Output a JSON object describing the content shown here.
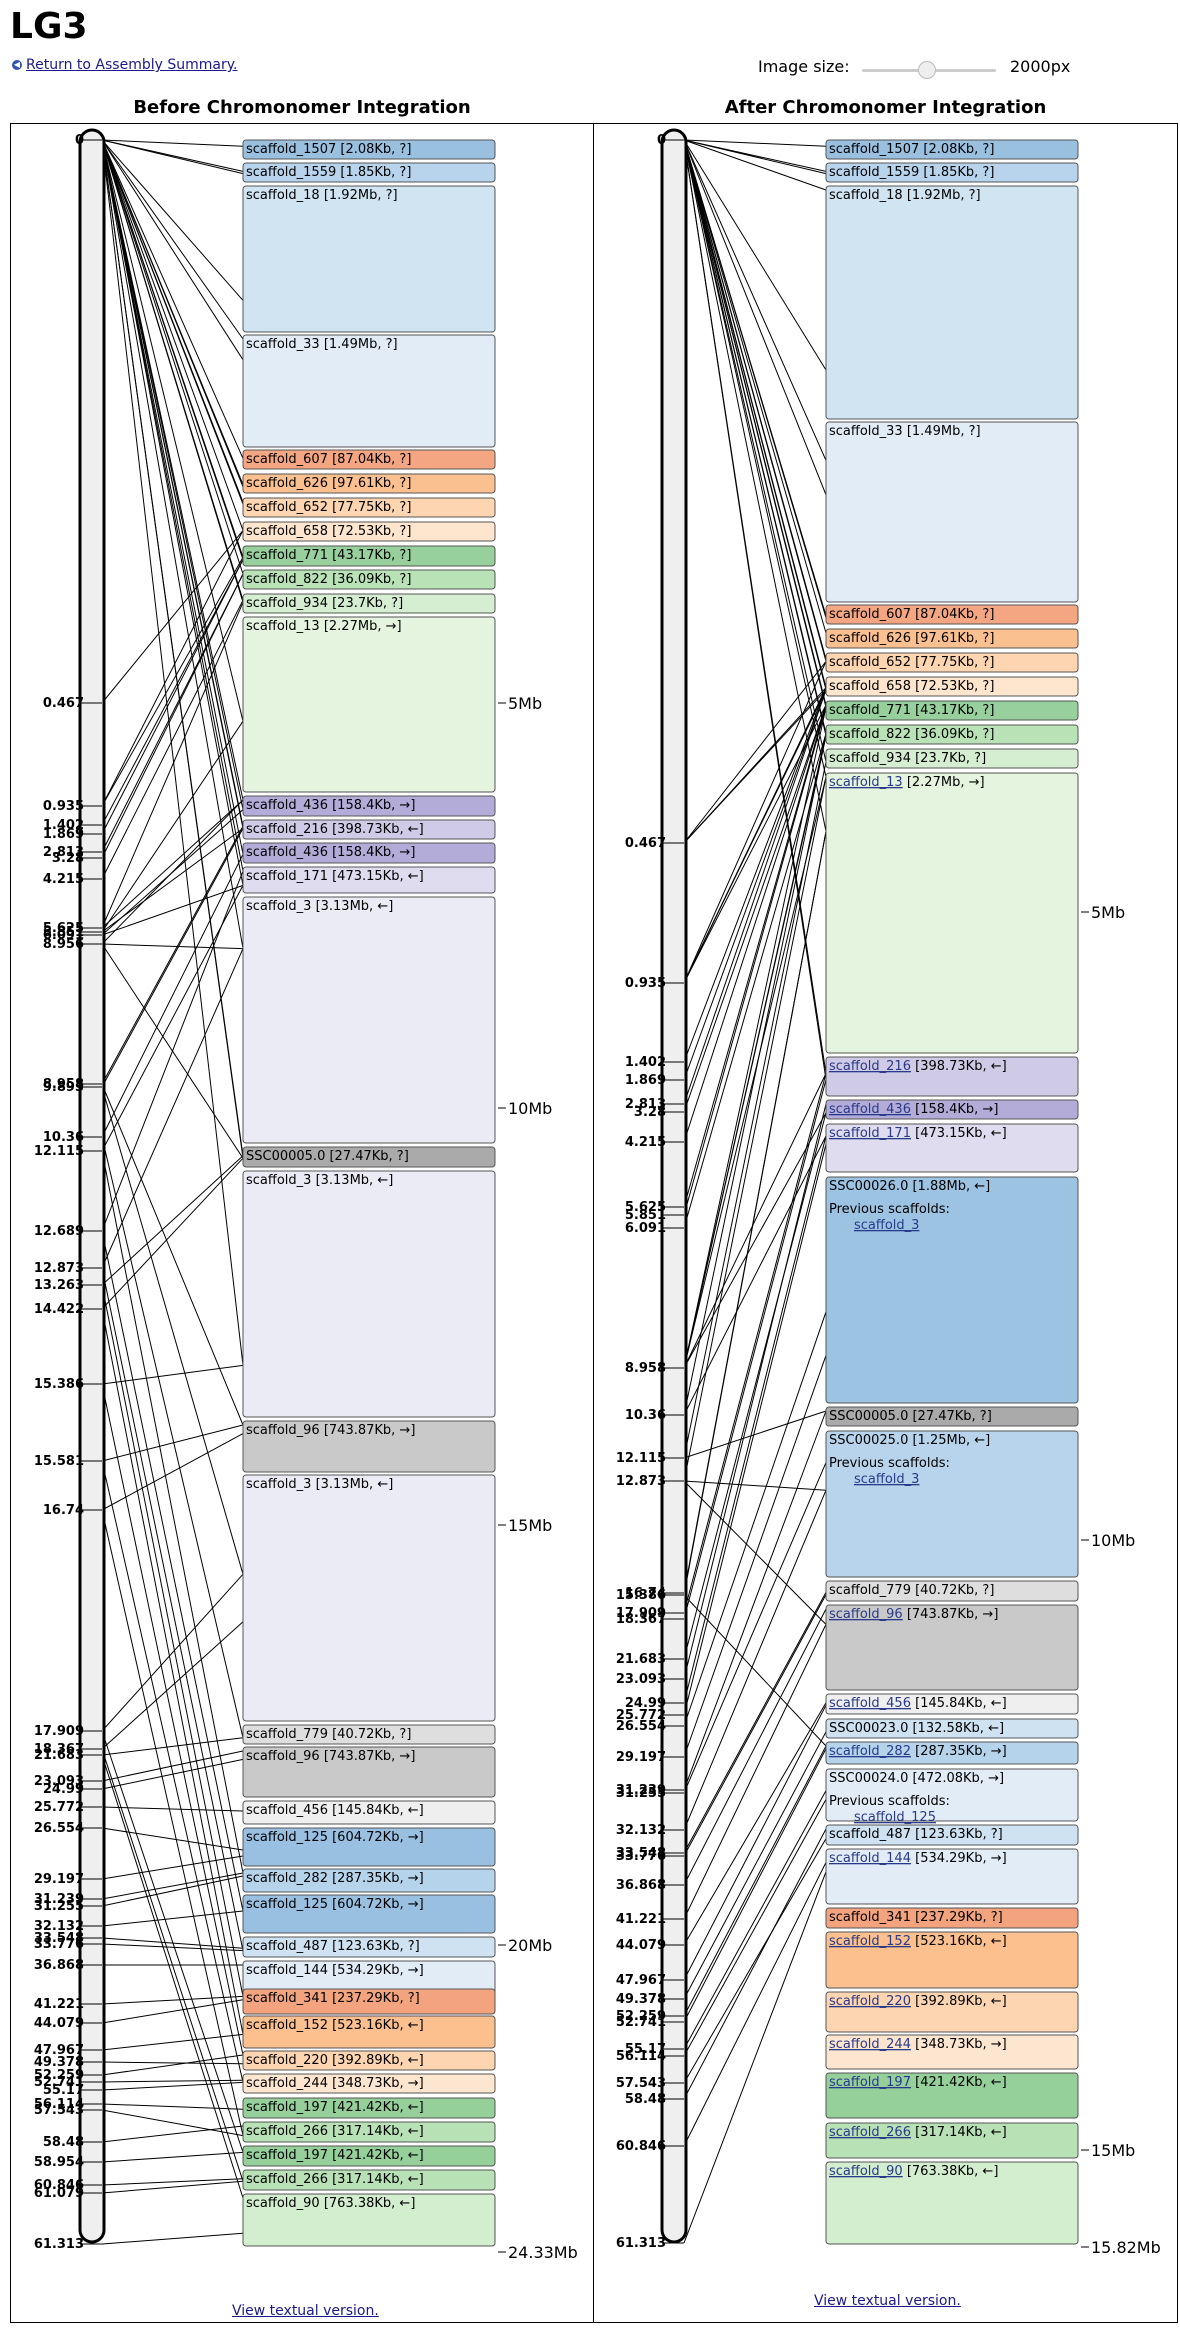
{
  "page": {
    "title": "LG3",
    "back_link": "Return to Assembly Summary.",
    "image_size_label": "Image size:",
    "image_size_value": "2000px",
    "image_size_fraction": 0.5
  },
  "panels": [
    {
      "heading": "Before Chromonomer Integration",
      "footer_link": "View textual version.",
      "markers": [
        "0",
        "0.467",
        "0.935",
        "1.402",
        "1.869",
        "2.813",
        "3.28",
        "4.215",
        "5.625",
        "5.851",
        "6.091",
        "8.956",
        "8.958",
        "9.893",
        "10.36",
        "12.115",
        "12.689",
        "12.873",
        "13.263",
        "14.422",
        "15.386",
        "15.581",
        "16.74",
        "17.909",
        "18.367",
        "21.683",
        "23.093",
        "24.99",
        "25.772",
        "26.554",
        "29.197",
        "31.239",
        "31.255",
        "32.132",
        "33.548",
        "33.776",
        "36.868",
        "41.221",
        "44.079",
        "47.967",
        "49.378",
        "52.259",
        "52.741",
        "55.17",
        "56.114",
        "57.543",
        "58.48",
        "58.954",
        "60.846",
        "61.079",
        "61.313"
      ],
      "scaffolds": [
        {
          "name": "scaffold_1507",
          "size": "2.08Kb",
          "orient": "?",
          "color": "#9ac0e0",
          "link": false
        },
        {
          "name": "scaffold_1559",
          "size": "1.85Kb",
          "orient": "?",
          "color": "#b7d4ec",
          "link": false
        },
        {
          "name": "scaffold_18",
          "size": "1.92Mb",
          "orient": "?",
          "color": "#d0e4f2",
          "link": false
        },
        {
          "name": "scaffold_33",
          "size": "1.49Mb",
          "orient": "?",
          "color": "#e1ecf7",
          "link": false
        },
        {
          "name": "scaffold_607",
          "size": "87.04Kb",
          "orient": "?",
          "color": "#f4a581",
          "link": false
        },
        {
          "name": "scaffold_626",
          "size": "97.61Kb",
          "orient": "?",
          "color": "#fbc08f",
          "link": false
        },
        {
          "name": "scaffold_652",
          "size": "77.75Kb",
          "orient": "?",
          "color": "#fdd5b0",
          "link": false
        },
        {
          "name": "scaffold_658",
          "size": "72.53Kb",
          "orient": "?",
          "color": "#fde6cd",
          "link": false
        },
        {
          "name": "scaffold_771",
          "size": "43.17Kb",
          "orient": "?",
          "color": "#97d09c",
          "link": false
        },
        {
          "name": "scaffold_822",
          "size": "36.09Kb",
          "orient": "?",
          "color": "#b9e2b7",
          "link": false
        },
        {
          "name": "scaffold_934",
          "size": "23.7Kb",
          "orient": "?",
          "color": "#d5eed2",
          "link": false
        },
        {
          "name": "scaffold_13",
          "size": "2.27Mb",
          "orient": "→",
          "color": "#e4f4df",
          "link": false
        },
        {
          "name": "scaffold_436",
          "size": "158.4Kb",
          "orient": "→",
          "color": "#b3acd8",
          "link": false
        },
        {
          "name": "scaffold_216",
          "size": "398.73Kb",
          "orient": "←",
          "color": "#cfcbe6",
          "link": false
        },
        {
          "name": "scaffold_436",
          "size": "158.4Kb",
          "orient": "→",
          "color": "#b3acd8",
          "link": false
        },
        {
          "name": "scaffold_171",
          "size": "473.15Kb",
          "orient": "←",
          "color": "#dedcee",
          "link": false
        },
        {
          "name": "scaffold_3",
          "size": "3.13Mb",
          "orient": "←",
          "color": "#ebebf5",
          "link": false
        },
        {
          "name": "SSC00005.0",
          "size": "27.47Kb",
          "orient": "?",
          "color": "#aaaaaa",
          "link": false
        },
        {
          "name": "scaffold_3",
          "size": "3.13Mb",
          "orient": "←",
          "color": "#ebebf5",
          "link": false
        },
        {
          "name": "scaffold_96",
          "size": "743.87Kb",
          "orient": "→",
          "color": "#c9c9c9",
          "link": false
        },
        {
          "name": "scaffold_3",
          "size": "3.13Mb",
          "orient": "←",
          "color": "#ebebf5",
          "link": false
        },
        {
          "name": "scaffold_779",
          "size": "40.72Kb",
          "orient": "?",
          "color": "#dedede",
          "link": false
        },
        {
          "name": "scaffold_96",
          "size": "743.87Kb",
          "orient": "→",
          "color": "#c9c9c9",
          "link": false
        },
        {
          "name": "scaffold_456",
          "size": "145.84Kb",
          "orient": "←",
          "color": "#efefef",
          "link": false
        },
        {
          "name": "scaffold_125",
          "size": "604.72Kb",
          "orient": "→",
          "color": "#99bfe1",
          "link": false
        },
        {
          "name": "scaffold_282",
          "size": "287.35Kb",
          "orient": "→",
          "color": "#b5d4ec",
          "link": false
        },
        {
          "name": "scaffold_125",
          "size": "604.72Kb",
          "orient": "→",
          "color": "#99bfe1",
          "link": false
        },
        {
          "name": "scaffold_487",
          "size": "123.63Kb",
          "orient": "?",
          "color": "#cfe2f2",
          "link": false
        },
        {
          "name": "scaffold_144",
          "size": "534.29Kb",
          "orient": "→",
          "color": "#e2ecf7",
          "link": false
        },
        {
          "name": "scaffold_341",
          "size": "237.29Kb",
          "orient": "?",
          "color": "#f3a47e",
          "link": false
        },
        {
          "name": "scaffold_152",
          "size": "523.16Kb",
          "orient": "←",
          "color": "#fbc08e",
          "link": false
        },
        {
          "name": "scaffold_220",
          "size": "392.89Kb",
          "orient": "←",
          "color": "#fdd5b1",
          "link": false
        },
        {
          "name": "scaffold_244",
          "size": "348.73Kb",
          "orient": "→",
          "color": "#fde6cf",
          "link": false
        },
        {
          "name": "scaffold_197",
          "size": "421.42Kb",
          "orient": "←",
          "color": "#95cf9a",
          "link": false
        },
        {
          "name": "scaffold_266",
          "size": "317.14Kb",
          "orient": "←",
          "color": "#b8e1b5",
          "link": false
        },
        {
          "name": "scaffold_197",
          "size": "421.42Kb",
          "orient": "←",
          "color": "#95cf9a",
          "link": false
        },
        {
          "name": "scaffold_266",
          "size": "317.14Kb",
          "orient": "←",
          "color": "#b8e1b5",
          "link": false
        },
        {
          "name": "scaffold_90",
          "size": "763.38Kb",
          "orient": "←",
          "color": "#d3edcf",
          "link": false
        }
      ],
      "ruler": [
        "5Mb",
        "10Mb",
        "15Mb",
        "20Mb",
        "24.33Mb"
      ]
    },
    {
      "heading": "After Chromonomer Integration",
      "footer_link": "View textual version.",
      "markers": [
        "0",
        "0.467",
        "0.935",
        "1.402",
        "1.869",
        "2.813",
        "3.28",
        "4.215",
        "5.625",
        "5.851",
        "6.091",
        "8.958",
        "10.36",
        "12.115",
        "12.873",
        "15.386",
        "16.74",
        "17.909",
        "18.367",
        "21.683",
        "23.093",
        "24.99",
        "25.772",
        "26.554",
        "29.197",
        "31.239",
        "31.255",
        "32.132",
        "33.548",
        "33.776",
        "36.868",
        "41.221",
        "44.079",
        "47.967",
        "49.378",
        "52.259",
        "52.741",
        "55.17",
        "56.114",
        "57.543",
        "58.48",
        "60.846",
        "61.313"
      ],
      "scaffolds": [
        {
          "name": "scaffold_1507",
          "size": "2.08Kb",
          "orient": "?",
          "color": "#9ac0e0",
          "link": false
        },
        {
          "name": "scaffold_1559",
          "size": "1.85Kb",
          "orient": "?",
          "color": "#b7d4ec",
          "link": false
        },
        {
          "name": "scaffold_18",
          "size": "1.92Mb",
          "orient": "?",
          "color": "#d0e4f2",
          "link": false
        },
        {
          "name": "scaffold_33",
          "size": "1.49Mb",
          "orient": "?",
          "color": "#e1ecf7",
          "link": false
        },
        {
          "name": "scaffold_607",
          "size": "87.04Kb",
          "orient": "?",
          "color": "#f4a581",
          "link": false
        },
        {
          "name": "scaffold_626",
          "size": "97.61Kb",
          "orient": "?",
          "color": "#fbc08f",
          "link": false
        },
        {
          "name": "scaffold_652",
          "size": "77.75Kb",
          "orient": "?",
          "color": "#fdd5b0",
          "link": false
        },
        {
          "name": "scaffold_658",
          "size": "72.53Kb",
          "orient": "?",
          "color": "#fde6cd",
          "link": false
        },
        {
          "name": "scaffold_771",
          "size": "43.17Kb",
          "orient": "?",
          "color": "#97d09c",
          "link": false
        },
        {
          "name": "scaffold_822",
          "size": "36.09Kb",
          "orient": "?",
          "color": "#b9e2b7",
          "link": false
        },
        {
          "name": "scaffold_934",
          "size": "23.7Kb",
          "orient": "?",
          "color": "#d5eed2",
          "link": false
        },
        {
          "name": "scaffold_13",
          "size": "2.27Mb",
          "orient": "→",
          "color": "#e4f4df",
          "link": true
        },
        {
          "name": "scaffold_216",
          "size": "398.73Kb",
          "orient": "←",
          "color": "#cfcbe6",
          "link": true
        },
        {
          "name": "scaffold_436",
          "size": "158.4Kb",
          "orient": "→",
          "color": "#b3acd8",
          "link": true
        },
        {
          "name": "scaffold_171",
          "size": "473.15Kb",
          "orient": "←",
          "color": "#dedcee",
          "link": true
        },
        {
          "name": "SSC00026.0",
          "size": "1.88Mb",
          "orient": "←",
          "color": "#9dc3e3",
          "link": false,
          "prev_label": "Previous scaffolds:",
          "prev": "scaffold_3"
        },
        {
          "name": "SSC00005.0",
          "size": "27.47Kb",
          "orient": "?",
          "color": "#aaaaaa",
          "link": false
        },
        {
          "name": "SSC00025.0",
          "size": "1.25Mb",
          "orient": "←",
          "color": "#b7d4ec",
          "link": false,
          "prev_label": "Previous scaffolds:",
          "prev": "scaffold_3"
        },
        {
          "name": "scaffold_779",
          "size": "40.72Kb",
          "orient": "?",
          "color": "#dedede",
          "link": false
        },
        {
          "name": "scaffold_96",
          "size": "743.87Kb",
          "orient": "→",
          "color": "#c9c9c9",
          "link": true
        },
        {
          "name": "scaffold_456",
          "size": "145.84Kb",
          "orient": "←",
          "color": "#efefef",
          "link": true
        },
        {
          "name": "SSC00023.0",
          "size": "132.58Kb",
          "orient": "←",
          "color": "#cfe2f2",
          "link": false
        },
        {
          "name": "scaffold_282",
          "size": "287.35Kb",
          "orient": "→",
          "color": "#b5d4ec",
          "link": true
        },
        {
          "name": "SSC00024.0",
          "size": "472.08Kb",
          "orient": "→",
          "color": "#e1ecf7",
          "link": false,
          "prev_label": "Previous scaffolds:",
          "prev": "scaffold_125"
        },
        {
          "name": "scaffold_487",
          "size": "123.63Kb",
          "orient": "?",
          "color": "#cfe2f2",
          "link": false
        },
        {
          "name": "scaffold_144",
          "size": "534.29Kb",
          "orient": "→",
          "color": "#e2ecf7",
          "link": true
        },
        {
          "name": "scaffold_341",
          "size": "237.29Kb",
          "orient": "?",
          "color": "#f3a47e",
          "link": false
        },
        {
          "name": "scaffold_152",
          "size": "523.16Kb",
          "orient": "←",
          "color": "#fbc08e",
          "link": true
        },
        {
          "name": "scaffold_220",
          "size": "392.89Kb",
          "orient": "←",
          "color": "#fdd5b1",
          "link": true
        },
        {
          "name": "scaffold_244",
          "size": "348.73Kb",
          "orient": "→",
          "color": "#fde6cf",
          "link": true
        },
        {
          "name": "scaffold_197",
          "size": "421.42Kb",
          "orient": "←",
          "color": "#95cf9a",
          "link": true
        },
        {
          "name": "scaffold_266",
          "size": "317.14Kb",
          "orient": "←",
          "color": "#b8e1b5",
          "link": true
        },
        {
          "name": "scaffold_90",
          "size": "763.38Kb",
          "orient": "←",
          "color": "#d3edcf",
          "link": true
        }
      ],
      "ruler": [
        "5Mb",
        "10Mb",
        "15Mb",
        "15.82Mb"
      ]
    }
  ]
}
